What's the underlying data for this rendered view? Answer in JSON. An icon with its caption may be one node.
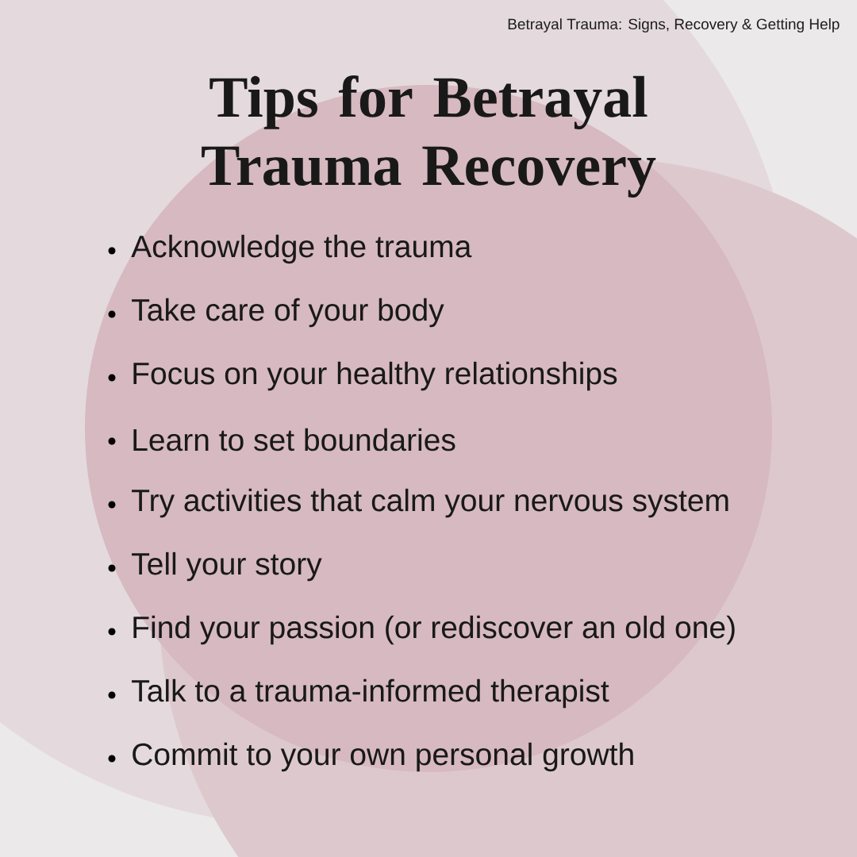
{
  "diagram": {
    "title": "Tips for Betrayal Trauma Recovery",
    "labels": [
      "Betrayal Trauma: Signs, Recovery & Getting Help",
      "Acknowledge the trauma",
      "Take care of your body",
      "Focus on your healthy relationships",
      "Learn to set boundaries",
      "Try activities that calm your nervous system",
      "Tell your story",
      "Find your passion (or rediscover an old one)",
      "Talk to a trauma-informed therapist",
      "Commit to your own personal growth"
    ]
  }
}
